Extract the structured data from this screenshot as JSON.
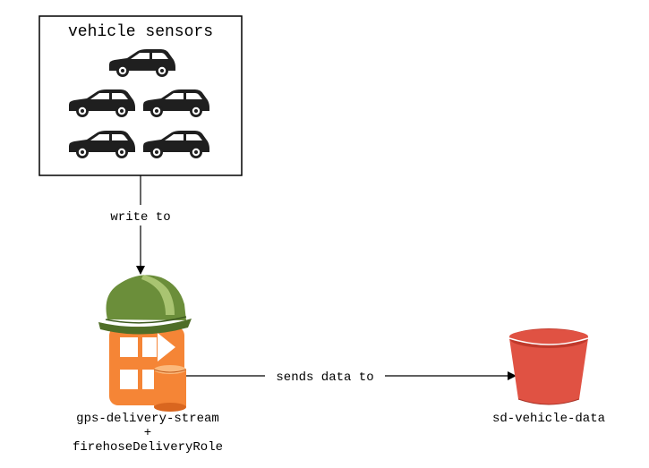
{
  "diagram": {
    "source_box": {
      "title": "vehicle sensors",
      "icon_name": "car-icon",
      "car_count": 5
    },
    "edges": {
      "write": {
        "label": "write to"
      },
      "send": {
        "label": "sends data to"
      }
    },
    "firehose_node": {
      "label_line1": "gps-delivery-stream",
      "label_line2": "+",
      "label_line3": "firehoseDeliveryRole",
      "icons": [
        "helmet-icon",
        "firehose-icon"
      ]
    },
    "bucket_node": {
      "label": "sd-vehicle-data",
      "icon_name": "s3-bucket-icon"
    },
    "colors": {
      "helmet_green": "#6b8e3a",
      "firehose_orange": "#f58536",
      "bucket_red": "#e05243",
      "car_black": "#1f1f1f"
    }
  }
}
